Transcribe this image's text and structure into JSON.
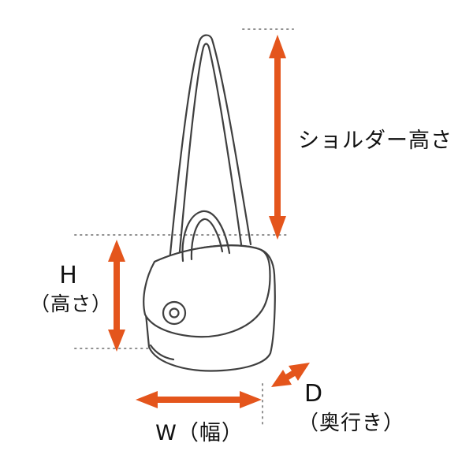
{
  "labels": {
    "shoulder_height": "ショルダー高さ",
    "height_letter": "H",
    "height_paren": "（高さ）",
    "width": "W（幅）",
    "depth_letter": "D",
    "depth_paren": "（奥行き）"
  },
  "colors": {
    "arrow": "#e4551c",
    "line": "#3f3f3f",
    "dotted": "#8f8f8f",
    "text": "#111111",
    "background": "#ffffff"
  }
}
